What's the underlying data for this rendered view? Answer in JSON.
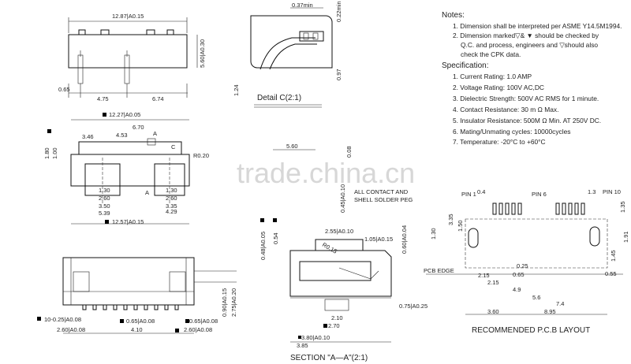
{
  "dims": {
    "top_width": "12.87|A0.15",
    "top_h": "5.60|A0.30",
    "left_065": "0.65",
    "d475": "4.75",
    "d674": "6.74",
    "detail_037": "0.37min",
    "detail_022": "0.22min",
    "detail_097": "0.97",
    "detail_124": "1.24",
    "mid_1227": "12.27|A0.05",
    "mid_670": "6.70",
    "mid_346": "3.46",
    "mid_453": "4.53",
    "mid_180": "1.80",
    "mid_100": "1.00",
    "mid_r020": "R0.20",
    "mid_130": "1.30",
    "mid_260": "2.60",
    "mid_350": "3.50",
    "mid_539": "5.39",
    "mid_130b": "1.30",
    "mid_260b": "2.60",
    "mid_335": "3.35",
    "mid_429": "4.29",
    "mid_1257": "12.57|A0.15",
    "mid_label_a": "A",
    "mid_label_a2": "A",
    "mid_label_c": "C",
    "bot_1025": "10-0.25|A0.08",
    "bot_065a": "0.65|A0.08",
    "bot_065b": "0.65|A0.08",
    "bot_260a": "2.60|A0.08",
    "bot_410": "4.10",
    "bot_260b": "2.60|A0.08",
    "bot_090": "0.90|A0.15",
    "bot_275": "2.75|A0.20",
    "sec_560": "5.60",
    "sec_008": "0.08",
    "sec_045": "0.45|A0.10",
    "sec_048": "0.48|A0.05",
    "sec_054": "0.54",
    "sec_255": "2.55|A0.10",
    "sec_105": "1.05|A0.15",
    "sec_060": "0.60|A0.04",
    "sec_r015": "R0.15",
    "sec_075": "0.75|A0.25",
    "sec_210": "2.10",
    "sec_270": "2.70",
    "sec_380": "3.80|A0.10",
    "sec_385": "3.85",
    "pcb_04": "0.4",
    "pcb_13": "1.3",
    "pcb_335": "3.35",
    "pcb_150": "1.50",
    "pcb_130": "1.30",
    "pcb_135": "1.35",
    "pcb_191": "1.91",
    "pcb_145": "1.45",
    "pcb_055": "0.55",
    "pcb_025": "0.25",
    "pcb_065": "0.65",
    "pcb_215": "2.15",
    "pcb_215b": "2.15",
    "pcb_49": "4.9",
    "pcb_56": "5.6",
    "pcb_74": "7.4",
    "pcb_360": "3.60",
    "pcb_895": "8.95",
    "pin1": "PIN 1",
    "pin6": "PIN 6",
    "pin10": "PIN 10",
    "pcb_edge": "PCB EDGE"
  },
  "labels": {
    "detail_c": "Detail C(2:1)",
    "section_aa": "SECTION  \"A—A\"(2:1)",
    "recommended_pcb": "RECOMMENDED  P.C.B  LAYOUT",
    "all_contact": "ALL CONTACT AND",
    "shell_solder": "SHELL SOLDER PEG",
    "watermark": "trade.china.cn"
  },
  "notes": {
    "title": "Notes:",
    "lines": [
      "1. Dimension shall be interpreted per ASME Y14.5M1994.",
      "2. Dimension marked▽& ▼ should be checked by",
      "Q.C. and process, engineers and ▽should also",
      "check the CPK data."
    ]
  },
  "specification": {
    "title": "Specification:",
    "lines": [
      "1. Current Rating: 1.0 AMP",
      "2. Voltage Rating: 100V AC,DC",
      "3. Dielectric Strength: 500V AC RMS for 1 minute.",
      "4. Contact Resistance: 30 m Ω Max.",
      "5. Insulator Resistance: 500M Ω Min. AT 250V DC.",
      "6. Mating/Unmating cycles: 10000cycles",
      "7. Temperature: -20°C to +60°C"
    ]
  }
}
